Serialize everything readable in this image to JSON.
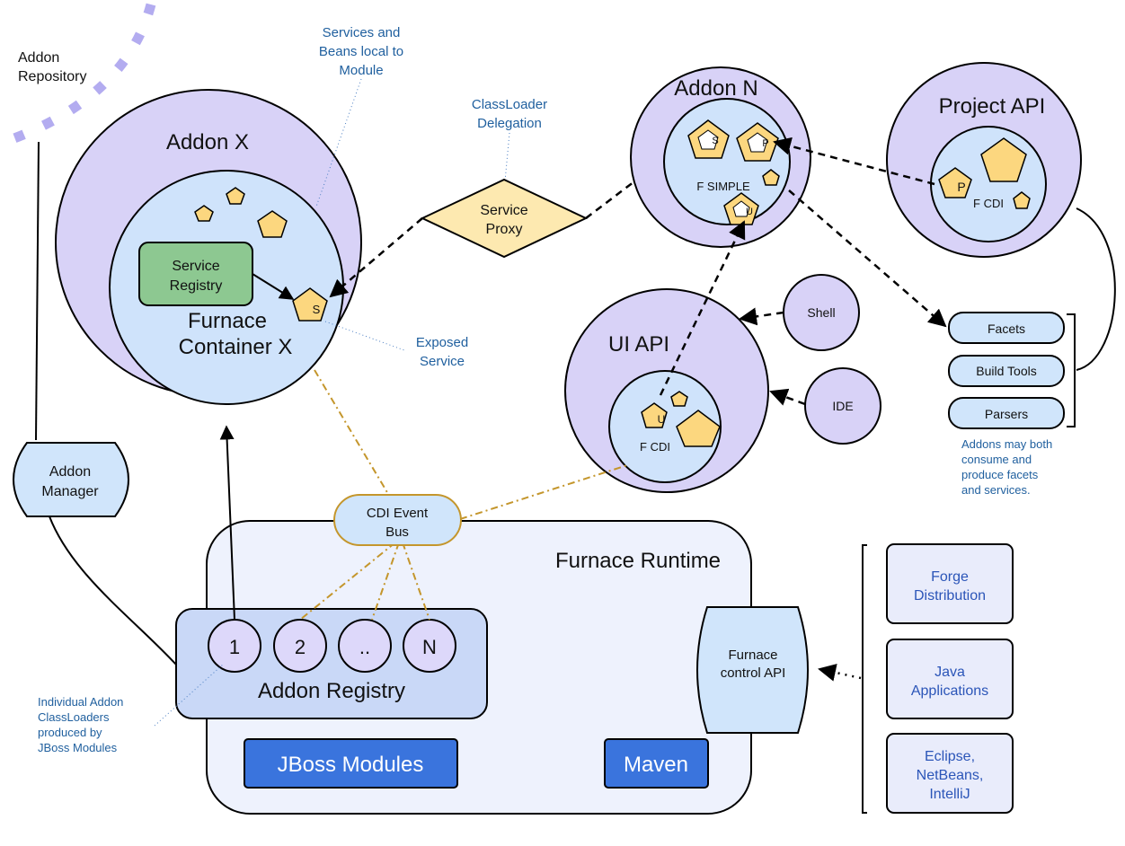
{
  "repository": {
    "label_line1": "Addon",
    "label_line2": "Repository"
  },
  "addon_x": {
    "title": "Addon X",
    "container_line1": "Furnace",
    "container_line2": "Container X",
    "service_registry_line1": "Service",
    "service_registry_line2": "Registry",
    "exposed_service_letter": "S"
  },
  "annotations": {
    "services_beans_line1": "Services and",
    "services_beans_line2": "Beans local to",
    "services_beans_line3": "Module",
    "classloader_line1": "ClassLoader",
    "classloader_line2": "Delegation",
    "exposed_line1": "Exposed",
    "exposed_line2": "Service",
    "addons_may_line1": "Addons may both",
    "addons_may_line2": "consume and",
    "addons_may_line3": "produce facets",
    "addons_may_line4": "and services.",
    "individual_line1": "Individual Addon",
    "individual_line2": "ClassLoaders",
    "individual_line3": "produced by",
    "individual_line4": "JBoss Modules"
  },
  "service_proxy": {
    "line1": "Service",
    "line2": "Proxy"
  },
  "addon_n": {
    "title": "Addon N",
    "inner_label": "F SIMPLE",
    "letters": {
      "s": "S",
      "p": "P",
      "u": "U"
    }
  },
  "project_api": {
    "title": "Project API",
    "inner_label": "F CDI",
    "letter": "P"
  },
  "ui_api": {
    "title": "UI API",
    "inner_label": "F CDI",
    "letter": "U"
  },
  "clients": {
    "shell": "Shell",
    "ide": "IDE"
  },
  "facets": {
    "items": [
      "Facets",
      "Build Tools",
      "Parsers"
    ]
  },
  "addon_manager": {
    "line1": "Addon",
    "line2": "Manager"
  },
  "cdi_bus": {
    "line1": "CDI Event",
    "line2": "Bus"
  },
  "runtime": {
    "title": "Furnace Runtime",
    "registry_title": "Addon Registry",
    "registry_items": [
      "1",
      "2",
      "..",
      "N"
    ],
    "jboss": "JBoss Modules",
    "maven": "Maven",
    "control_line1": "Furnace",
    "control_line2": "control API"
  },
  "external": {
    "forge_line1": "Forge",
    "forge_line2": "Distribution",
    "java_line1": "Java",
    "java_line2": "Applications",
    "ide_line1": "Eclipse,",
    "ide_line2": "NetBeans,",
    "ide_line3": "IntelliJ"
  },
  "colors": {
    "addon_fill": "#d8d2f7",
    "container_fill": "#cfe3fb",
    "pentagon_fill": "#fcd77f",
    "proxy_fill": "#fde9b0",
    "registry_green": "#8dc891",
    "runtime_fill": "#eef2fd",
    "registry_fill": "#c9d8f7",
    "button_blue": "#3a74dd",
    "bus_border": "#c4962c",
    "annotation_blue": "#1f5f9e"
  }
}
